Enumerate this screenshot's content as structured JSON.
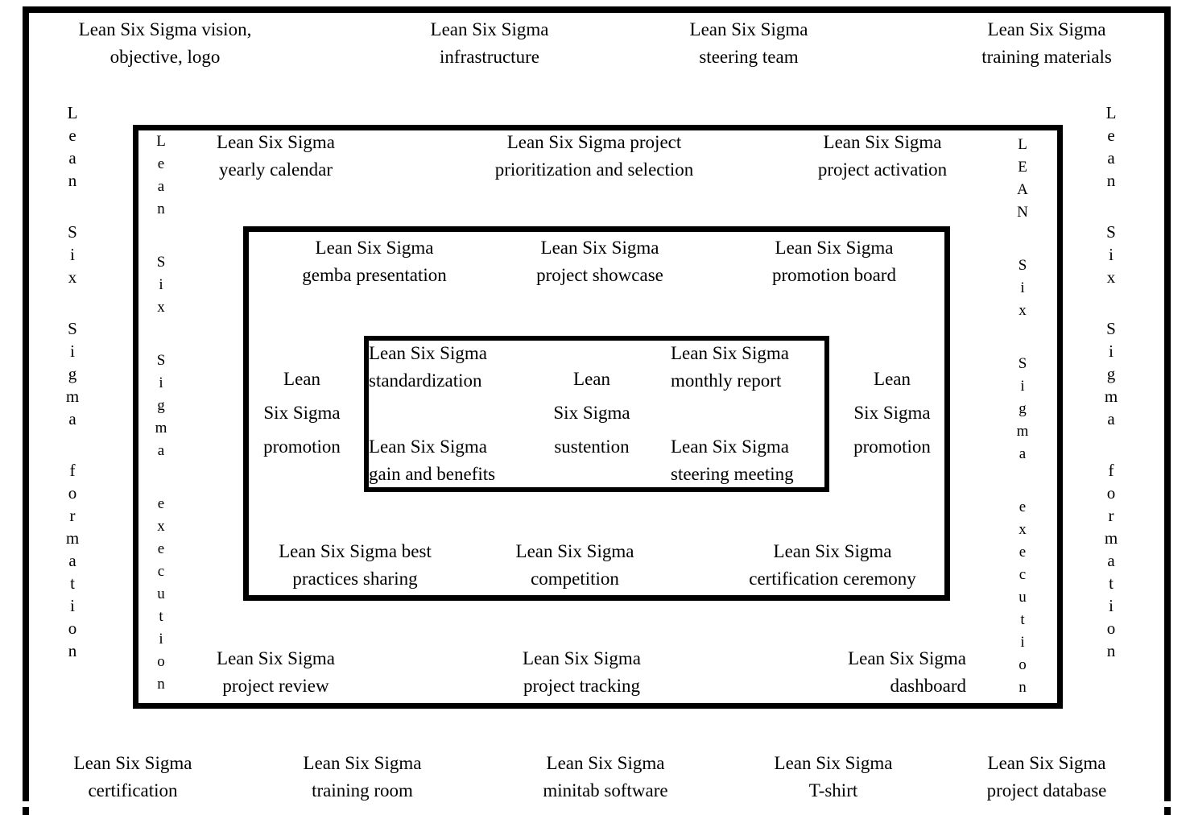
{
  "colors": {
    "ink": "#000000",
    "background": "#ffffff"
  },
  "diagram": {
    "outer_top_row": {
      "vision": {
        "lines": [
          "Lean Six Sigma vision,",
          "objective, logo"
        ]
      },
      "infrastructure": {
        "lines": [
          "Lean Six Sigma",
          "infrastructure"
        ]
      },
      "steering_team": {
        "lines": [
          "Lean Six Sigma",
          "steering team"
        ]
      },
      "training_materials": {
        "lines": [
          "Lean Six Sigma",
          "training materials"
        ]
      }
    },
    "outer_bottom_row": {
      "certification": {
        "lines": [
          "Lean Six Sigma",
          "certification"
        ]
      },
      "training_room": {
        "lines": [
          "Lean Six Sigma",
          "training room"
        ]
      },
      "minitab_software": {
        "lines": [
          "Lean Six Sigma",
          "minitab software"
        ]
      },
      "t_shirt": {
        "lines": [
          "Lean Six Sigma",
          "T-shirt"
        ]
      },
      "project_database": {
        "lines": [
          "Lean Six Sigma",
          "project database"
        ]
      }
    },
    "vertical": {
      "formation_left": {
        "text": "Lean Six Sigma formation",
        "words": [
          "Lean",
          "Six",
          "Sigma",
          "formation"
        ]
      },
      "formation_right": {
        "text": "Lean Six Sigma formation",
        "words": [
          "Lean",
          "Six",
          "Sigma",
          "formation"
        ]
      },
      "execution_left": {
        "text": "Lean Six Sigma execution",
        "words": [
          "Lean",
          "Six",
          "Sigma",
          "execution"
        ]
      },
      "execution_right": {
        "text": "LEAN Six Sigma execution",
        "words": [
          "LEAN",
          "Six",
          "Sigma",
          "execution"
        ]
      }
    },
    "execution_zone": {
      "top": {
        "yearly_calendar": {
          "lines": [
            "Lean Six Sigma",
            "yearly calendar"
          ]
        },
        "project_prioritization": {
          "lines": [
            "Lean Six Sigma project",
            "prioritization and selection"
          ]
        },
        "project_activation": {
          "lines": [
            "Lean Six Sigma",
            "project activation"
          ]
        }
      },
      "bottom": {
        "project_review": {
          "lines": [
            "Lean Six Sigma",
            "project review"
          ]
        },
        "project_tracking": {
          "lines": [
            "Lean Six Sigma",
            "project tracking"
          ]
        },
        "dashboard": {
          "lines": [
            "Lean Six Sigma",
            "dashboard"
          ]
        }
      }
    },
    "promotion_zone": {
      "top": {
        "gemba_presentation": {
          "lines": [
            "Lean Six Sigma",
            "gemba presentation"
          ]
        },
        "project_showcase": {
          "lines": [
            "Lean Six Sigma",
            "project showcase"
          ]
        },
        "promotion_board": {
          "lines": [
            "Lean Six Sigma",
            "promotion board"
          ]
        }
      },
      "bottom": {
        "best_practices_sharing": {
          "lines": [
            "Lean Six Sigma best",
            "practices sharing"
          ]
        },
        "competition": {
          "lines": [
            "Lean Six Sigma",
            "competition"
          ]
        },
        "certification_ceremony": {
          "lines": [
            "Lean Six Sigma",
            "certification ceremony"
          ]
        }
      },
      "left_promotion": {
        "lines": [
          "Lean",
          "Six Sigma",
          "promotion"
        ]
      },
      "right_promotion": {
        "lines": [
          "Lean",
          "Six Sigma",
          "promotion"
        ]
      }
    },
    "sustention_zone": {
      "center": {
        "lines": [
          "Lean",
          "Six Sigma",
          "sustention"
        ]
      },
      "standardization": {
        "lines": [
          "Lean Six Sigma",
          "standardization"
        ]
      },
      "monthly_report": {
        "lines": [
          "Lean Six Sigma",
          "monthly report"
        ]
      },
      "gain_and_benefits": {
        "lines": [
          "Lean Six Sigma",
          "gain and benefits"
        ]
      },
      "steering_meeting": {
        "lines": [
          "Lean Six Sigma",
          "steering meeting"
        ]
      }
    }
  }
}
